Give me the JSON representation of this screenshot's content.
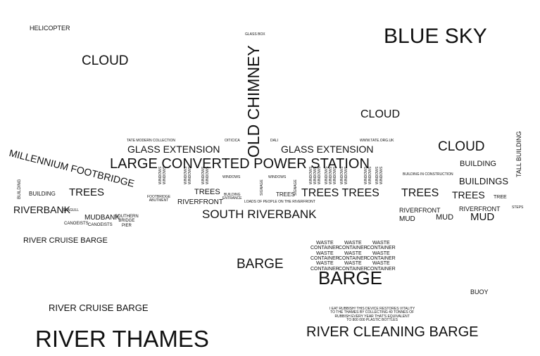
{
  "words": {
    "helicopter": "HELICOPTER",
    "glass_box": "GLASS BOX",
    "blue_sky": "BLUE SKY",
    "cloud_left": "CLOUD",
    "old_chimney": "OLD CHIMNEY",
    "cloud_mid": "CLOUD",
    "cloud_right": "CLOUD",
    "tall_building": "TALL BUILDING",
    "tate_modern_collection": "TATE MODERN COLLECTION",
    "oticica": "OITICICA",
    "dali": "DALI",
    "website": "WWW.TATE.ORG.UK",
    "glass_extension_left": "GLASS EXTENSION",
    "glass_extension_right": "GLASS EXTENSION",
    "building_top_right": "BUILDING",
    "millennium_footbridge": "MILLENNIUM FOOTBRIDGE",
    "large_converted_power_station": "LARGE CONVERTED POWER STATION",
    "building_in_construction": "BUILDING IN CONSTRUCTION",
    "buildings": "BUILDINGS",
    "building_vertical": "BUILDING",
    "building_left": "BUILDING",
    "trees_left": "TREES",
    "windows_a": "WINDOWS",
    "windows_b": "WINDOWS",
    "windows_c": "WINDOWS",
    "windows_d": "WINDOWS",
    "windows_e": "WINDOWS",
    "windows_f": "WINDOWS",
    "windows_g": "WINDOWS",
    "windows_h": "WINDOWS",
    "windows_i": "WINDOWS",
    "windows_j": "WINDOWS",
    "windows_k": "WINDOWS",
    "windows_l": "WINDOWS",
    "windows_m": "WINDOWS",
    "windows_n": "WINDOWS",
    "windows_o": "WINDOWS",
    "windows_p": "WINDOWS",
    "windows_q": "WINDOWS",
    "windows_r": "WINDOWS",
    "signage_a": "SIGNAGE",
    "signage_b": "SIGNAGE",
    "windows_top_a": "WINDOWS",
    "windows_top_b": "WINDOWS",
    "trees_center_left": "TREES",
    "trees_small": "TREES",
    "trees_center_right": "TREES TREES",
    "trees_right": "TREES",
    "trees_far_right": "TREES",
    "tree": "TREE",
    "riverbank": "RIVERBANK",
    "seagull": "SEAGULL",
    "footbridge_abutment": "FOOTBRIDGE\nABUTMENT",
    "riverfront_center": "RIVERFRONT",
    "building_entrance": "BUILDING\nENTRANCE",
    "loads_of_people": "LOADS OF PEOPLE ON THE RIVERFRONT",
    "riverfront_right": "RIVERFRONT",
    "riverfront_far_right": "RIVERFRONT",
    "steps": "STEPS",
    "mudbank": "MUDBANK",
    "canoeists_a": "CANOEISTS",
    "canoeists_b": "CANOEISTS",
    "southern_bridge_pier": "SOUTHERN\nBRIDGE\nPIER",
    "south_riverbank": "SOUTH RIVERBANK",
    "mud_a": "MUD",
    "mud_b": "MUD",
    "mud_c": "MUD",
    "river_cruise_barge_top": "RIVER CRUISE BARGE",
    "waste_container_col1": "WASTE\nCONTAINER\nWASTE\nCONTAINER\nWASTE\nCONTAINER",
    "waste_container_col2": "WASTE\nCONTAINER\nWASTE\nCONTAINER\nWASTE\nCONTAINER",
    "waste_container_col3": "WASTE\nCONTAINER\nWASTE\nCONTAINER\nWASTE\nCONTAINER",
    "barge_left": "BARGE",
    "barge_center": "BARGE",
    "buoy": "BUOY",
    "river_cruise_barge_bottom": "RIVER CRUISE BARGE",
    "rubbish_note": "I EAT RUBBISH! THIS DEVICE RESTORES VITALITY\nTO THE THAMES BY COLLECTING 40 TONNES OF\nRUBBISH EVERY YEAR THAT'S EQUIVALENT\nTO 800 000 PLASTIC BOTTLES",
    "river_thames": "RIVER THAMES",
    "river_cleaning_barge": "RIVER CLEANING BARGE"
  }
}
